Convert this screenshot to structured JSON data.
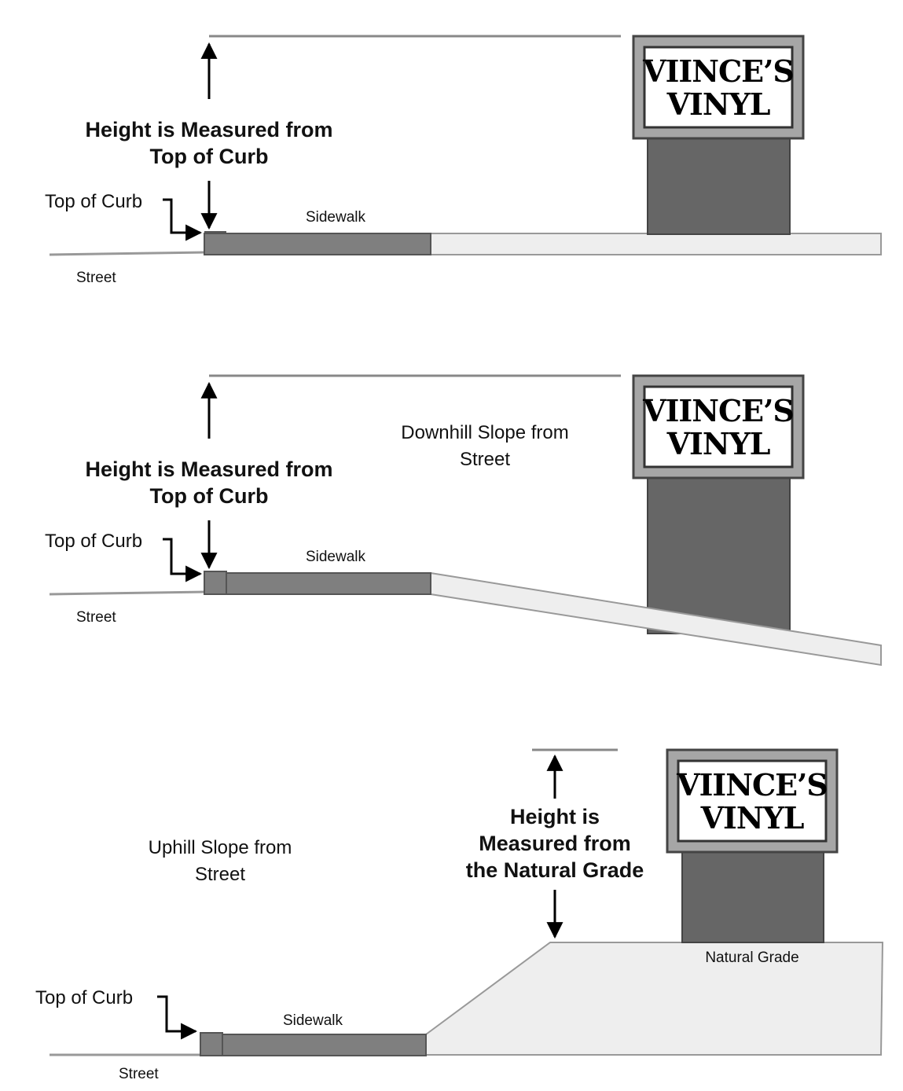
{
  "panel1": {
    "height_line1": "Height is Measured from",
    "height_line2": "Top of Curb",
    "top_of_curb": "Top of Curb",
    "sidewalk": "Sidewalk",
    "street": "Street",
    "sign_line1": "VIINCE’S",
    "sign_line2": "VINYL"
  },
  "panel2": {
    "slope_line1": "Downhill  Slope from",
    "slope_line2": "Street",
    "height_line1": "Height is Measured from",
    "height_line2": "Top of Curb",
    "top_of_curb": "Top of Curb",
    "sidewalk": "Sidewalk",
    "street": "Street",
    "sign_line1": "VIINCE’S",
    "sign_line2": "VINYL"
  },
  "panel3": {
    "slope_line1": "Uphill  Slope from",
    "slope_line2": "Street",
    "height_line1": "Height is",
    "height_line2": "Measured from",
    "height_line3": "the Natural Grade",
    "top_of_curb": "Top of Curb",
    "sidewalk": "Sidewalk",
    "street": "Street",
    "natural_grade": "Natural Grade",
    "sign_line1": "VIINCE’S",
    "sign_line2": "VINYL"
  },
  "colors": {
    "sidewalk_fill": "#7f7f7f",
    "post_fill": "#666666",
    "ground_fill": "#eeeeee",
    "sign_frame": "#a6a6a6",
    "outline": "#555555"
  }
}
